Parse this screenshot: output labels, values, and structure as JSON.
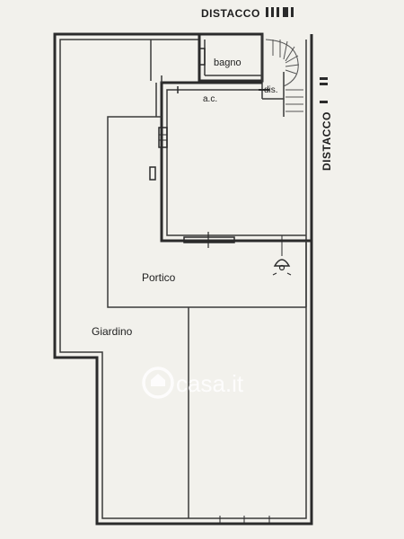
{
  "labels": {
    "distacco_top": "DISTACCO",
    "distacco_side": "DISTACCO",
    "bagno": "bagno",
    "ac": "a.c.",
    "dis": "dis.",
    "portico": "Portico",
    "giardino": "Giardino"
  },
  "watermark": {
    "brand": "casa.it",
    "icon": "house-icon"
  },
  "icons": {
    "stairs": "staircase-icon",
    "light": "ceiling-light-icon"
  },
  "colors": {
    "paper": "#f2f1ec",
    "ink": "#2b2b2b",
    "watermark": "#ffffff"
  }
}
